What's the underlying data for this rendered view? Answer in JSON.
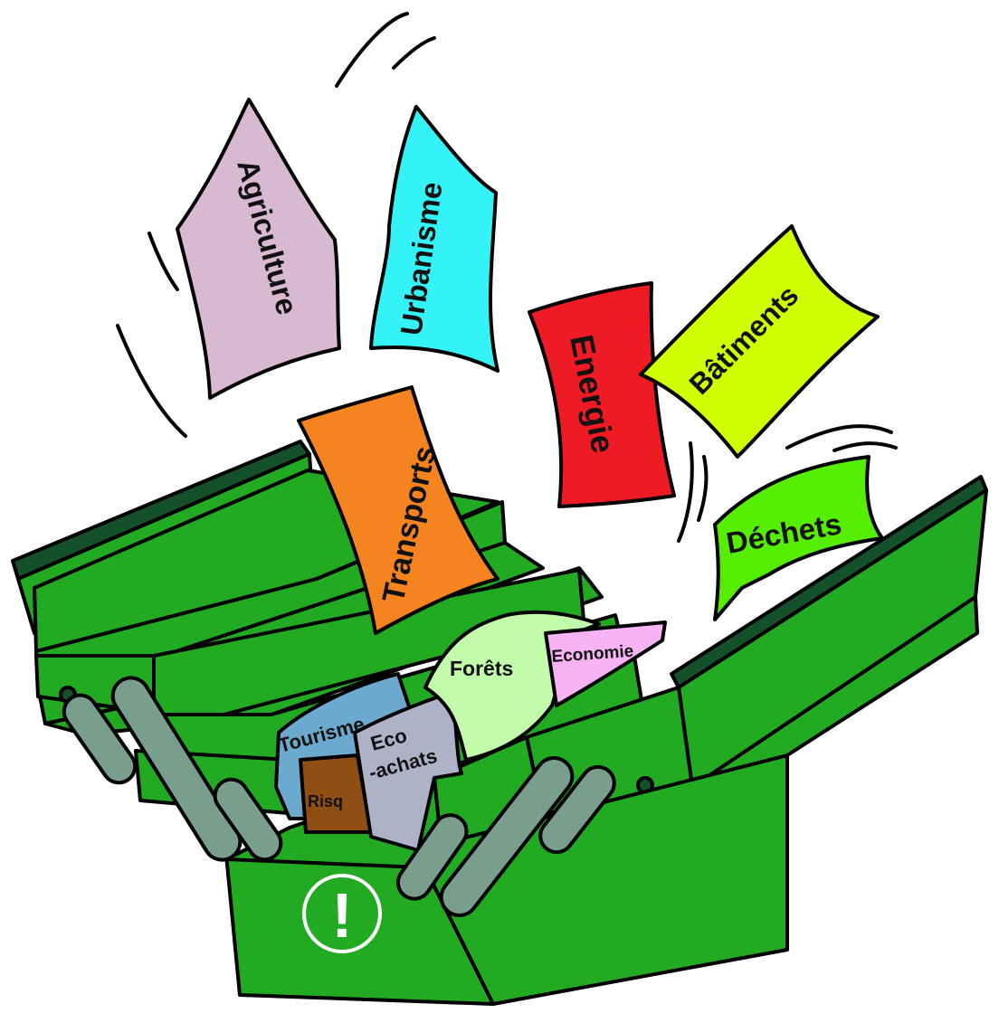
{
  "toolbox": {
    "body_color": "#22AA22",
    "rim_color": "#14502A",
    "handle_color": "#7A9E8E",
    "badge_symbol": "!"
  },
  "sheets": {
    "agriculture": {
      "label": "Agriculture",
      "color": "#D9B8D2"
    },
    "urbanisme": {
      "label": "Urbanisme",
      "color": "#33F3F6"
    },
    "energie": {
      "label": "Energie",
      "color": "#EE1B24"
    },
    "batiments": {
      "label": "Bâtiments",
      "color": "#CFFF00"
    },
    "transports": {
      "label": "Transports",
      "color": "#F58420"
    },
    "dechets": {
      "label": "Déchets",
      "color": "#55EE00"
    },
    "forets": {
      "label": "Forêts",
      "color": "#C2FBAA"
    },
    "economie": {
      "label": "Economie",
      "color": "#F7B3F4"
    },
    "tourisme": {
      "label": "Tourisme",
      "color": "#6CA9CF"
    },
    "eco_achats_line1": {
      "label": "Eco"
    },
    "eco_achats_line2": {
      "label": "-achats",
      "color": "#AEB2C6"
    },
    "risques": {
      "label": "Risq",
      "color": "#8F4F12"
    }
  }
}
